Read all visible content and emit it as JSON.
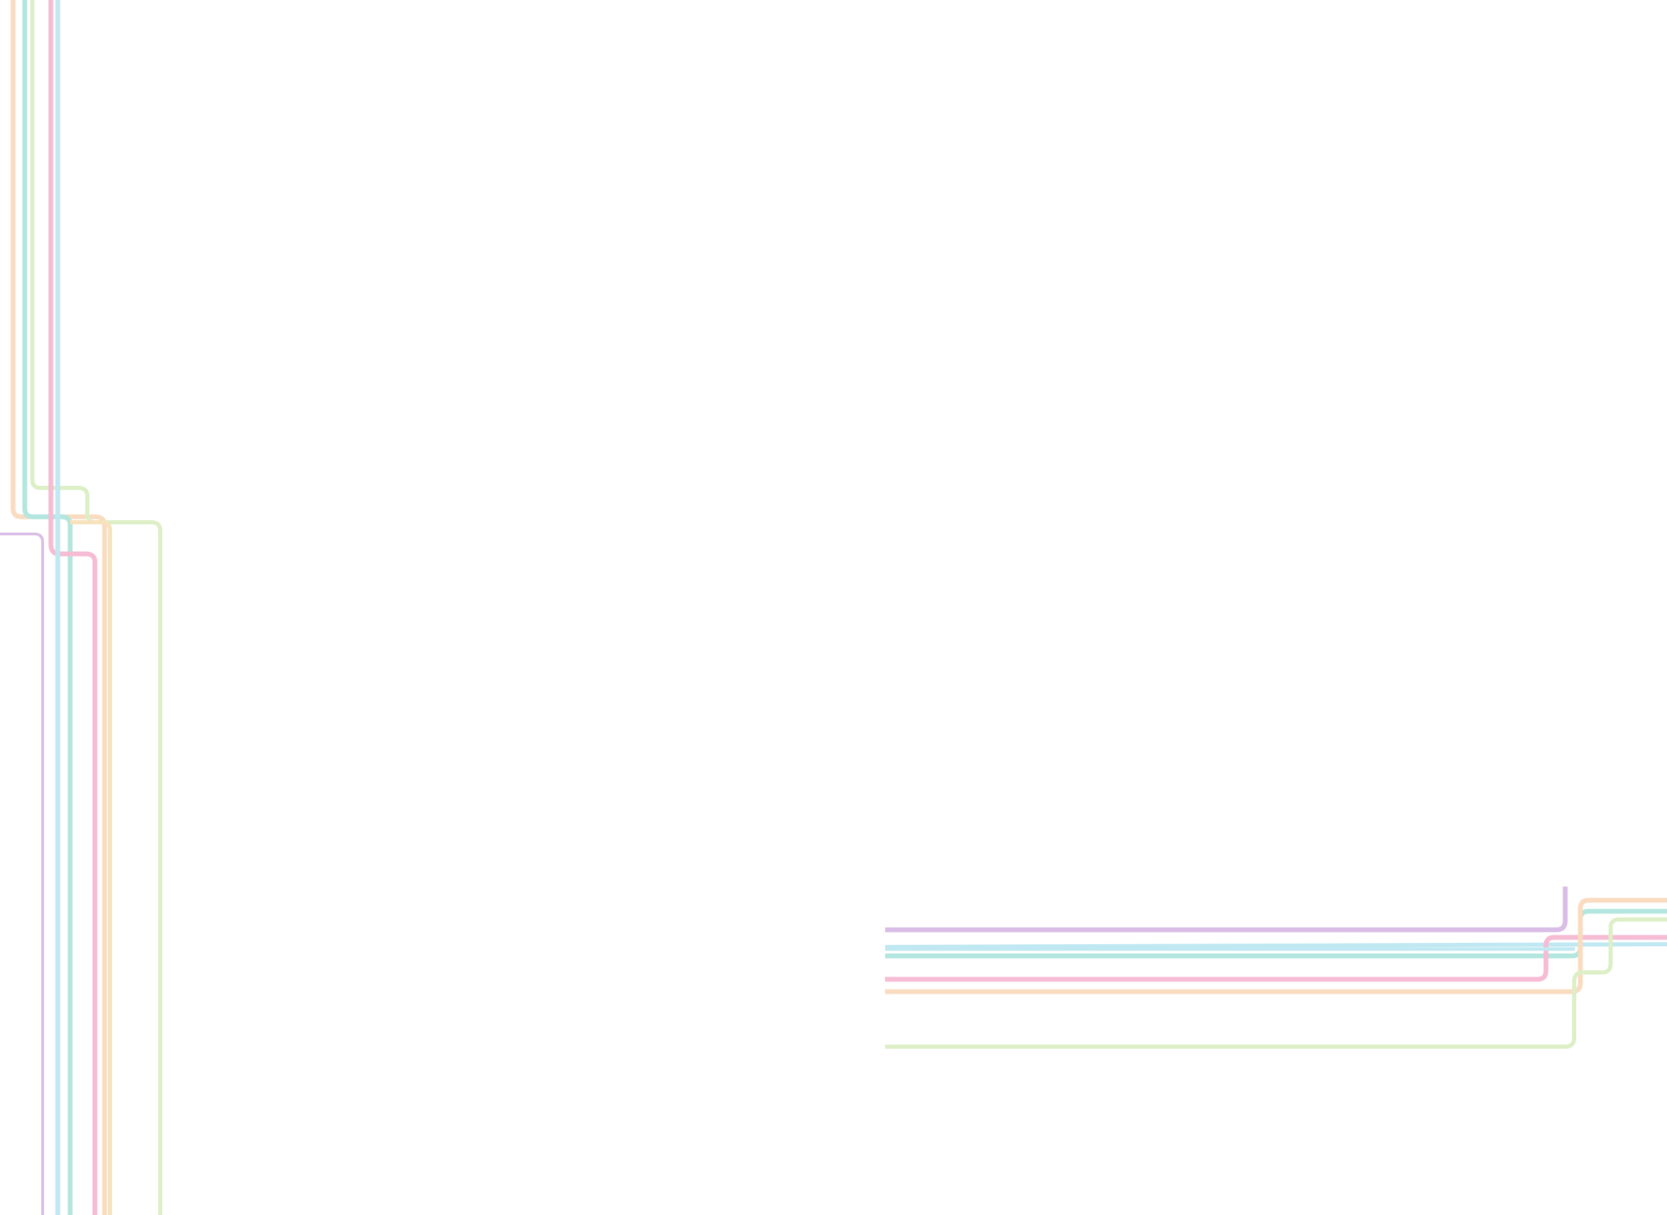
{
  "background_color": "#ffffff",
  "decoration": {
    "style": "pastel transit-map style lines",
    "line_colors": {
      "peach": "#f9dcc0",
      "teal": "#b3e6de",
      "lime": "#dcefc6",
      "pink": "#f6bcd4",
      "sky": "#bfe8f2",
      "lavender": "#d9bde6",
      "cream": "#f6e2bc"
    },
    "line_groups": [
      {
        "name": "top-left-bundle",
        "line_count": 8
      },
      {
        "name": "bottom-right-bundle",
        "line_count": 8
      }
    ]
  }
}
